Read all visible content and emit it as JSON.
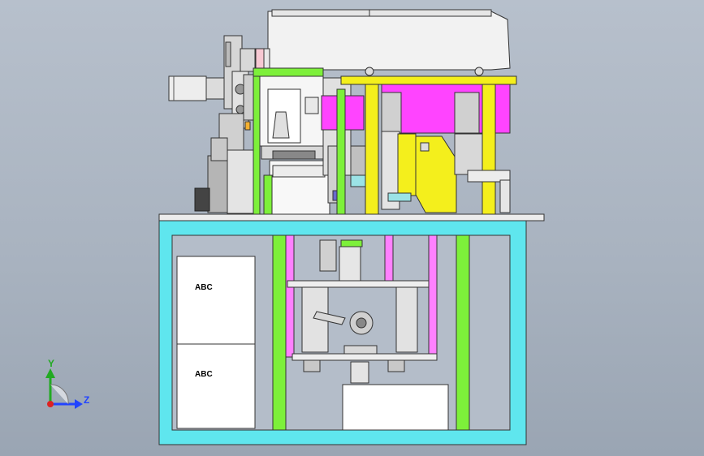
{
  "viewport": {
    "background_top": "#b7c0cc",
    "background_bottom": "#9aa5b3"
  },
  "cabinet": {
    "panel_top_label": "ABC",
    "panel_bottom_label": "ABC",
    "frame_color": "#5fe6ee",
    "post_color": "#7df03a"
  },
  "machine": {
    "cylinder_color": "#ff44ff",
    "bracket_color": "#f4ef1c",
    "rail_color": "#7df03a"
  },
  "axes": {
    "y_label": "Y",
    "z_label": "Z",
    "y_color": "#22aa22",
    "z_color": "#2244ff",
    "x_color": "#dd2222"
  }
}
